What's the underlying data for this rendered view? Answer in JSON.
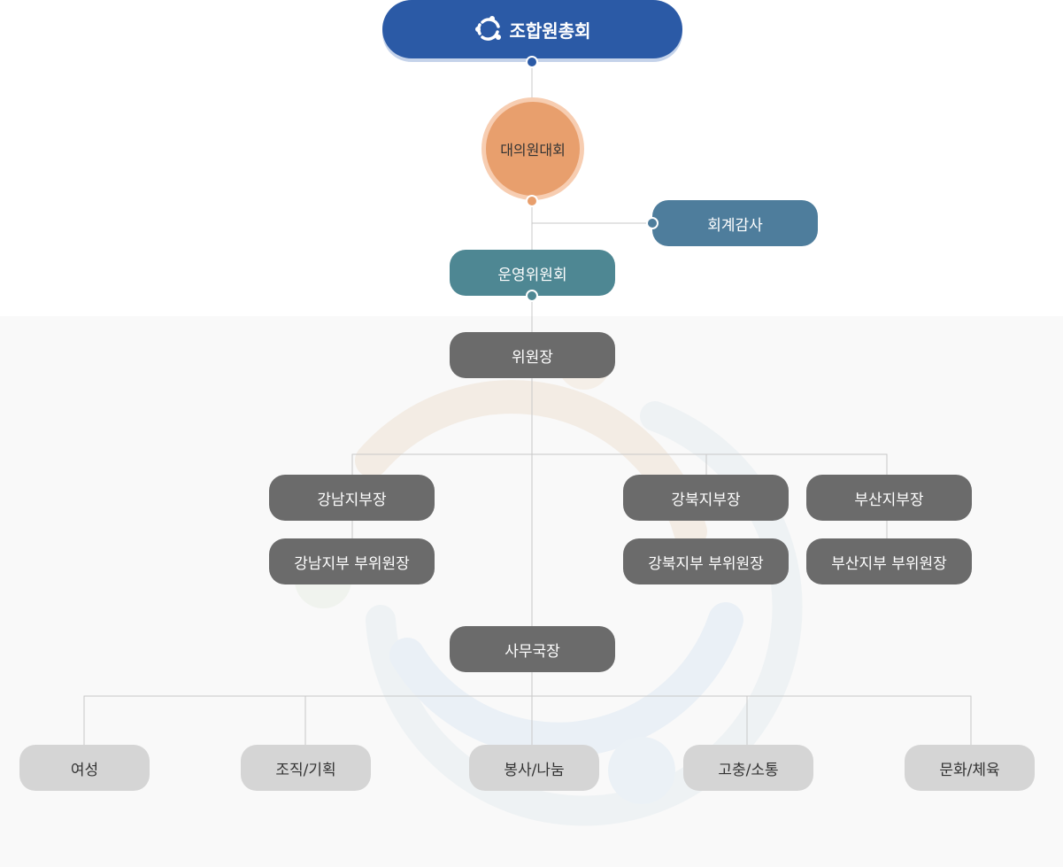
{
  "org": {
    "top": "조합원총회",
    "assembly": "대의원대회",
    "audit": "회계감사",
    "operations": "운영위원회",
    "chairman": "위원장",
    "branches": [
      {
        "head": "강남지부장",
        "deputy": "강남지부 부위원장"
      },
      {
        "head": "강북지부장",
        "deputy": "강북지부 부위원장"
      },
      {
        "head": "부산지부장",
        "deputy": "부산지부 부위원장"
      }
    ],
    "secretary": "사무국장",
    "departments": [
      "여성",
      "조직/기획",
      "봉사/나눔",
      "고충/소통",
      "문화/체육"
    ]
  },
  "colors": {
    "top": "#2b5aa6",
    "assembly": "#e89f6d",
    "audit": "#4e7d9c",
    "operations": "#4e8793",
    "leader": "#6b6b6b",
    "department": "#d5d5d5",
    "connector": "#c8c8c8"
  }
}
